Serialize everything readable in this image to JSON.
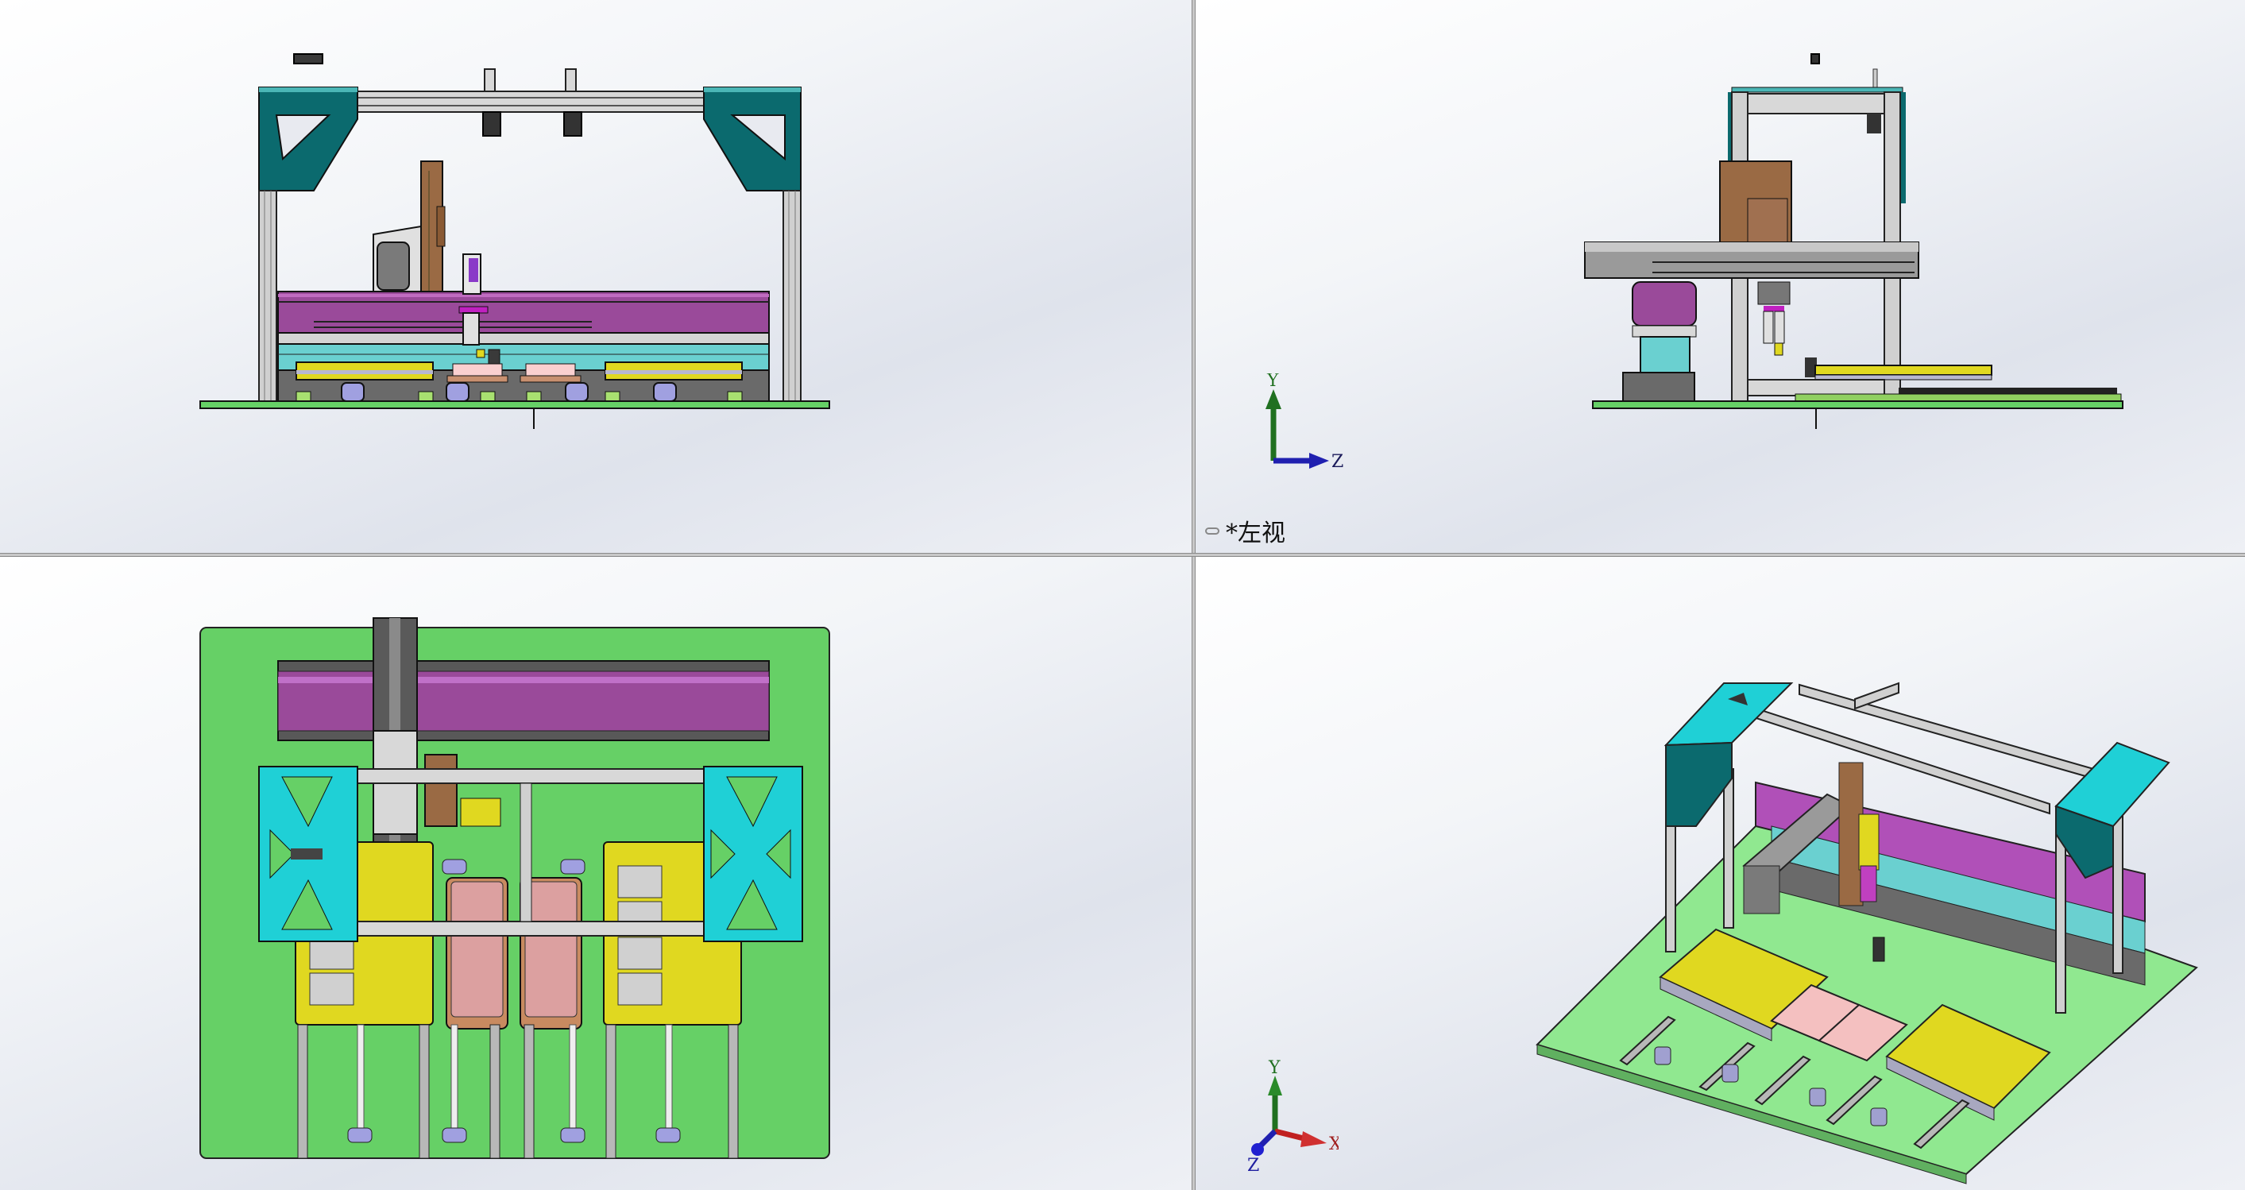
{
  "app": "SolidWorks",
  "layout": "four-viewport",
  "viewports": [
    {
      "id": "front",
      "position": "top-left",
      "label": ""
    },
    {
      "id": "left",
      "position": "top-right",
      "label": "*左视",
      "active": true
    },
    {
      "id": "top",
      "position": "bottom-left",
      "label": ""
    },
    {
      "id": "isometric",
      "position": "bottom-right",
      "label": ""
    }
  ],
  "triads": {
    "left_view": {
      "axes": [
        "Y",
        "Z"
      ]
    },
    "isometric_view": {
      "axes": [
        "Y",
        "X",
        "Z"
      ]
    }
  },
  "colors": {
    "frame_teal": "#0b6a6e",
    "gusset_cyan": "#1fd0d6",
    "aluminum": "#cfcfcf",
    "linear_module_purple": "#9a4a9a",
    "slide_cyan": "#6ad0d0",
    "base_green": "#66d066",
    "tray_yellow": "#e0d820",
    "pad_pink": "#dca0a0",
    "motor_brown": "#9a6a44",
    "axis_x": "#c02020",
    "axis_y": "#207020",
    "axis_z": "#2020b0"
  }
}
